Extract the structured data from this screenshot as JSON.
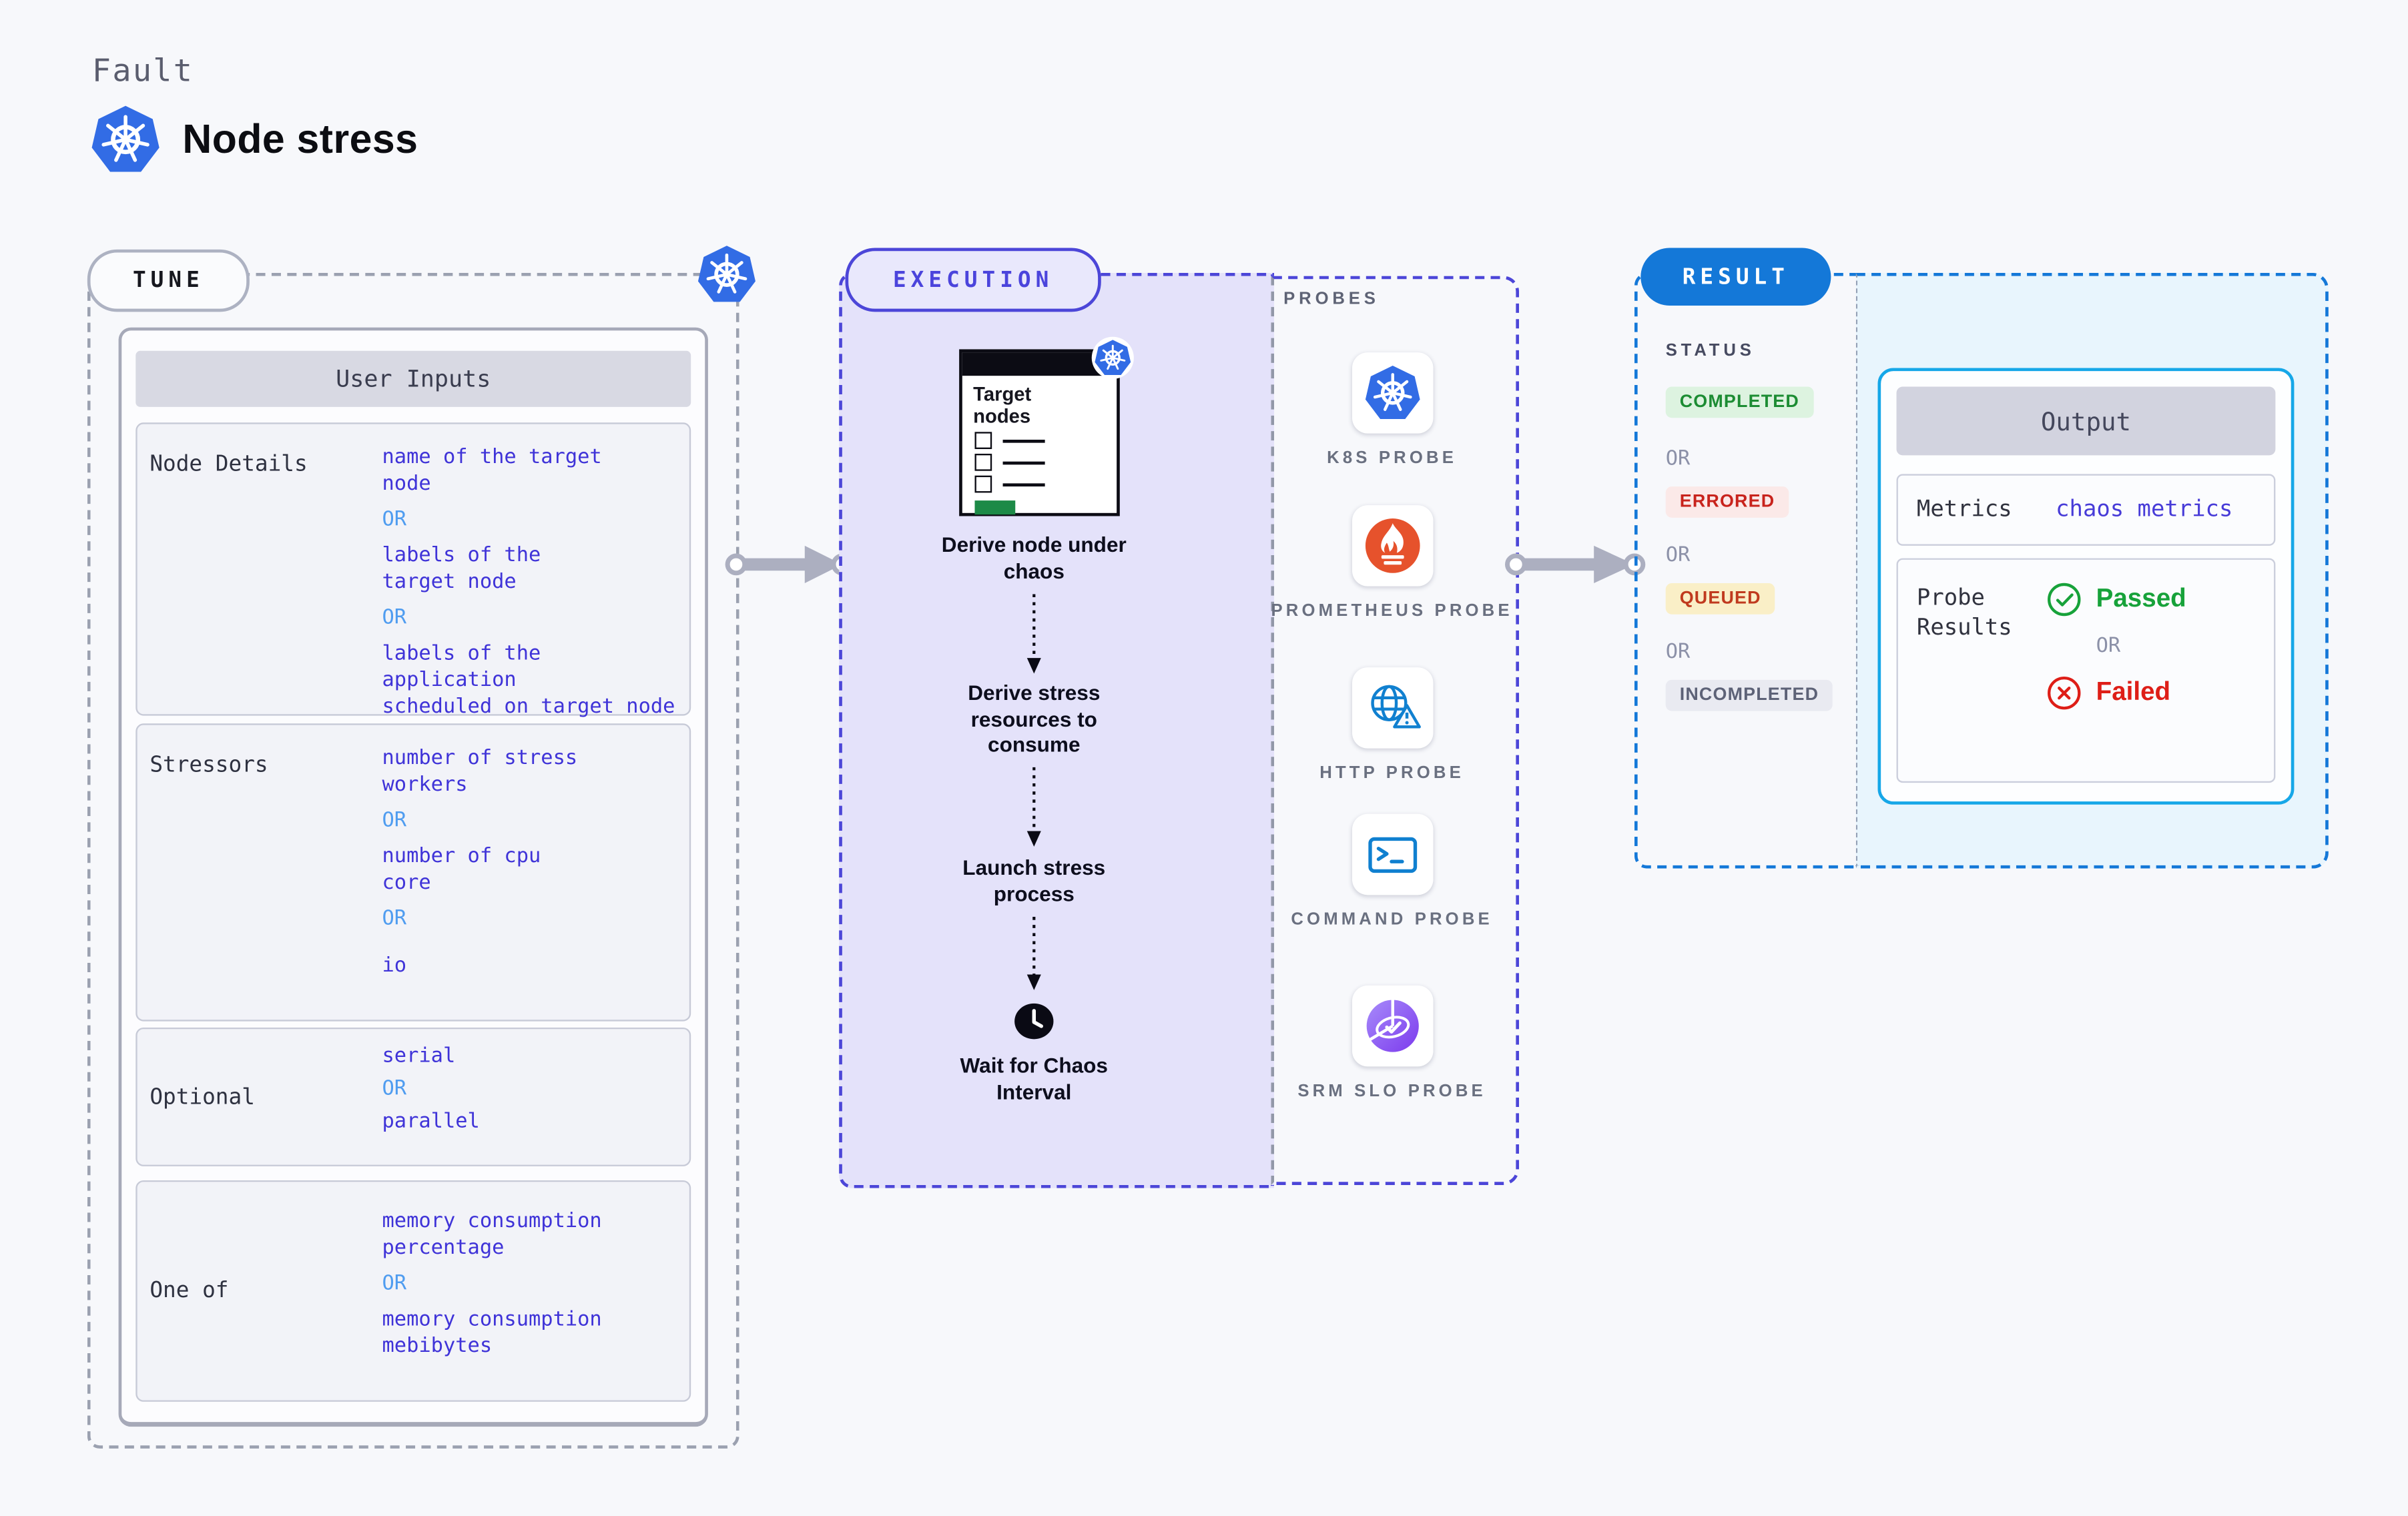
{
  "or_label": "OR",
  "header": {
    "eyebrow": "Fault",
    "title": "Node stress"
  },
  "tune": {
    "pill": "TUNE",
    "panel_title": "User Inputs",
    "rows": [
      {
        "label": "Node Details",
        "values": [
          "name of the target\nnode",
          "labels of the\ntarget node",
          "labels of the application\n scheduled on target node"
        ]
      },
      {
        "label": "Stressors",
        "values": [
          "number of stress\nworkers",
          "number of cpu\ncore",
          "io"
        ]
      },
      {
        "label": "Optional",
        "values": [
          "serial",
          "parallel"
        ]
      },
      {
        "label": "One of",
        "values": [
          "memory consumption\npercentage",
          "memory consumption\nmebibytes"
        ]
      }
    ]
  },
  "execution": {
    "pill": "EXECUTION",
    "window_title": "Target\nnodes",
    "steps": [
      "Derive node under\nchaos",
      "Derive stress\nresources to\nconsume",
      "Launch stress\nprocess",
      "Wait for Chaos\nInterval"
    ]
  },
  "probes": {
    "title": "PROBES",
    "items": [
      {
        "label": "K8S PROBE",
        "icon": "kubernetes-icon",
        "color": "#326CE5"
      },
      {
        "label": "PROMETHEUS PROBE",
        "icon": "prometheus-icon",
        "color": "#E6522C"
      },
      {
        "label": "HTTP PROBE",
        "icon": "http-globe-warning-icon",
        "color": "#1080D0"
      },
      {
        "label": "COMMAND PROBE",
        "icon": "terminal-icon",
        "color": "#1080D0"
      },
      {
        "label": "SRM SLO PROBE",
        "icon": "slo-pie-check-icon",
        "color": "#8B5CF6"
      }
    ]
  },
  "result": {
    "pill": "RESULT",
    "status": {
      "title": "STATUS",
      "badges": [
        {
          "label": "COMPLETED",
          "fg": "#1C8C33",
          "bg": "#DDF3E0"
        },
        {
          "label": "ERRORED",
          "fg": "#C8231C",
          "bg": "#FBE9E8"
        },
        {
          "label": "QUEUED",
          "fg": "#C03A1E",
          "bg": "#FAEFC7"
        },
        {
          "label": "INCOMPLETED",
          "fg": "#5D6277",
          "bg": "#E9EAF1"
        }
      ]
    },
    "output": {
      "title": "Output",
      "metrics_label": "Metrics",
      "metrics_value": "chaos metrics",
      "probe_results_label": "Probe\nResults",
      "passed": "Passed",
      "failed": "Failed"
    }
  },
  "colors": {
    "page_bg": "#F7F8FB",
    "tune_dash": "#9BA1B0",
    "execution_accent": "#4C46D8",
    "execution_bg": "#E4E2FA",
    "result_accent": "#1478D8",
    "result_bg": "#E8F5FD",
    "output_border": "#16A7E8",
    "value_indigo": "#3F33D8",
    "or_blue": "#4F9CF0",
    "arrow_gray": "#ACAFC0",
    "k8s_blue": "#326CE5",
    "prometheus_orange": "#E6522C",
    "passed_green": "#17A23A",
    "failed_red": "#DE1E17"
  }
}
